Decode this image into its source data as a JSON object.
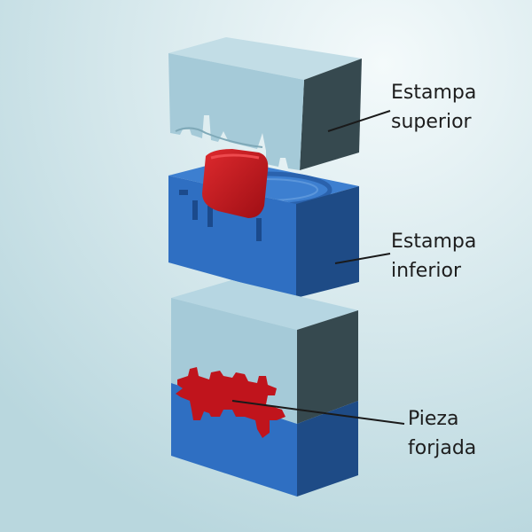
{
  "colors": {
    "background_light": "#f4fafb",
    "background_dark": "#b9d7de",
    "upper_die_face": "#a5cad8",
    "upper_die_top": "#c2dde6",
    "upper_die_side": "#36494f",
    "lower_die_face": "#2f6fc2",
    "lower_die_top": "#3d7fd0",
    "lower_die_side": "#1e4b86",
    "billet_red": "#c0141c",
    "leader_line": "#1a1a1a"
  },
  "labels": {
    "upper_die": {
      "line1": "Estampa",
      "line2": "superior"
    },
    "lower_die": {
      "line1": "Estampa",
      "line2": "inferior"
    },
    "forged_part": {
      "line1": "Pieza",
      "line2": "forjada"
    }
  }
}
